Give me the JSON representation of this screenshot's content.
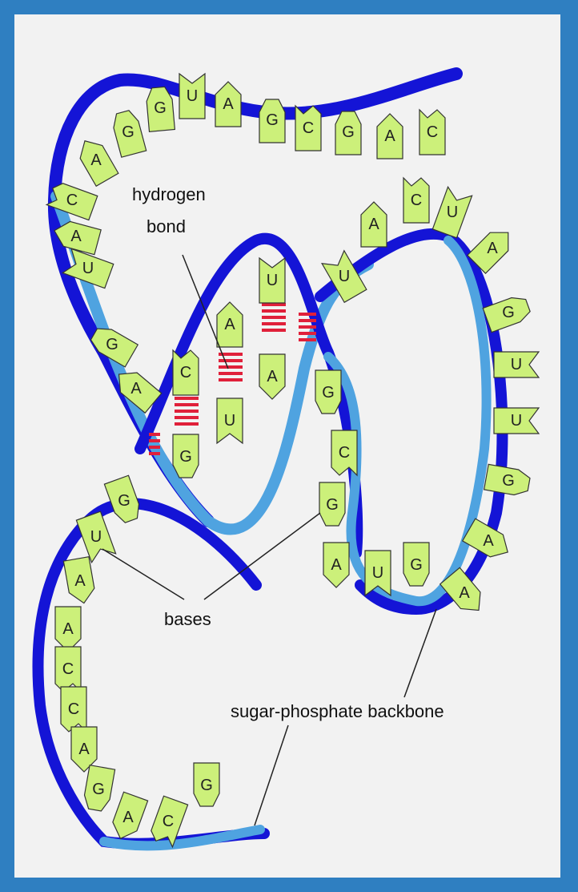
{
  "labels": {
    "hydrogen": "hydrogen",
    "bond": "bond",
    "bases": "bases",
    "backbone": "sugar-phosphate backbone"
  },
  "colors": {
    "frame": "#2f7fc1",
    "background": "#f2f2f2",
    "backbone_dark": "#1414d6",
    "backbone_light": "#4fa3e0",
    "base_fill": "#ccf07a",
    "hbond_red": "#e0203a"
  },
  "bases": {
    "top_strand": [
      "A",
      "G",
      "G",
      "U",
      "A",
      "G",
      "C",
      "G",
      "A",
      "C"
    ],
    "left_descending": [
      "C",
      "A",
      "U",
      "G",
      "A"
    ],
    "helix_left": [
      "C",
      "G",
      "A",
      "U"
    ],
    "helix_right": [
      "U",
      "A"
    ],
    "loop_outer": [
      "A",
      "C",
      "U",
      "A",
      "G",
      "U",
      "U",
      "G",
      "A",
      "A"
    ],
    "loop_inner": [
      "U",
      "G",
      "C",
      "G",
      "A",
      "U",
      "G"
    ],
    "lower_left": [
      "G",
      "U",
      "A",
      "A",
      "C",
      "C",
      "A",
      "G",
      "A",
      "C",
      "G"
    ]
  }
}
